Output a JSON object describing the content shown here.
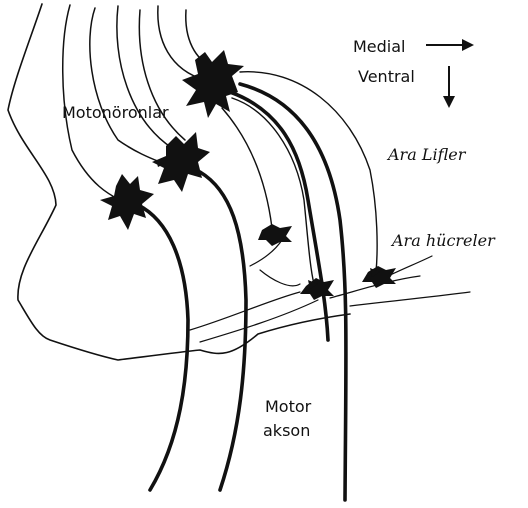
{
  "labels": {
    "motoneurons": "Motonöronlar",
    "medial": "Medial",
    "ventral": "Ventral",
    "inter_fibers": "Ara Lifler",
    "inter_cells": "Ara hücreler",
    "motor": "Motor",
    "axon": "akson"
  },
  "icons": {
    "medial_arrow": "arrow-right-icon",
    "ventral_arrow": "arrow-down-icon"
  },
  "colors": {
    "ink": "#111111",
    "paper": "#ffffff"
  }
}
